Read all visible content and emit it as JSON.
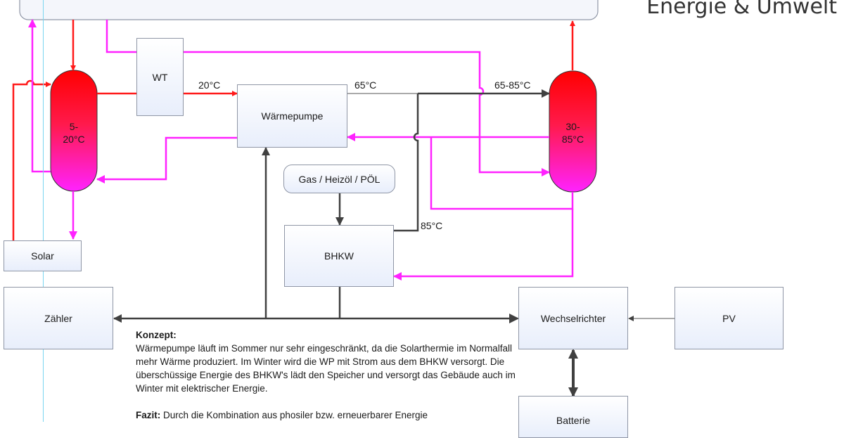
{
  "header": {
    "title": "Energie & Umwelt"
  },
  "tanks": {
    "cold": {
      "label_line1": "5-",
      "label_line2": "20°C"
    },
    "hot": {
      "label_line1": "30-",
      "label_line2": "85°C"
    }
  },
  "components": {
    "wt": "WT",
    "waermepumpe": "Wärmepumpe",
    "fuel": "Gas / Heizöl / PÖL",
    "bhkw": "BHKW",
    "solar": "Solar",
    "zaehler": "Zähler",
    "wechselrichter": "Wechselrichter",
    "pv": "PV",
    "batterie": "Batterie"
  },
  "temperatures": {
    "t20": "20°C",
    "t65": "65°C",
    "t65_85": "65-85°C",
    "t85": "85°C"
  },
  "text": {
    "konzept_label": "Konzept:",
    "konzept_body": "Wärmepumpe läuft im Sommer nur sehr eingeschränkt, da die Solarthermie im Normalfall mehr Wärme produziert. Im Winter wird die WP mit Strom aus dem BHKW versorgt. Die überschüssige Energie des BHKW's lädt den Speicher und versorgt das Gebäude auch im Winter mit elektrischer Energie.",
    "fazit_label": "Fazit:",
    "fazit_body": "Durch die Kombination aus phosiler bzw. erneuerbarer Energie"
  },
  "colors": {
    "hot_red": "#ff1a1a",
    "magenta": "#ff22ff",
    "dark_line": "#404040",
    "box_border": "#8f96a6"
  }
}
